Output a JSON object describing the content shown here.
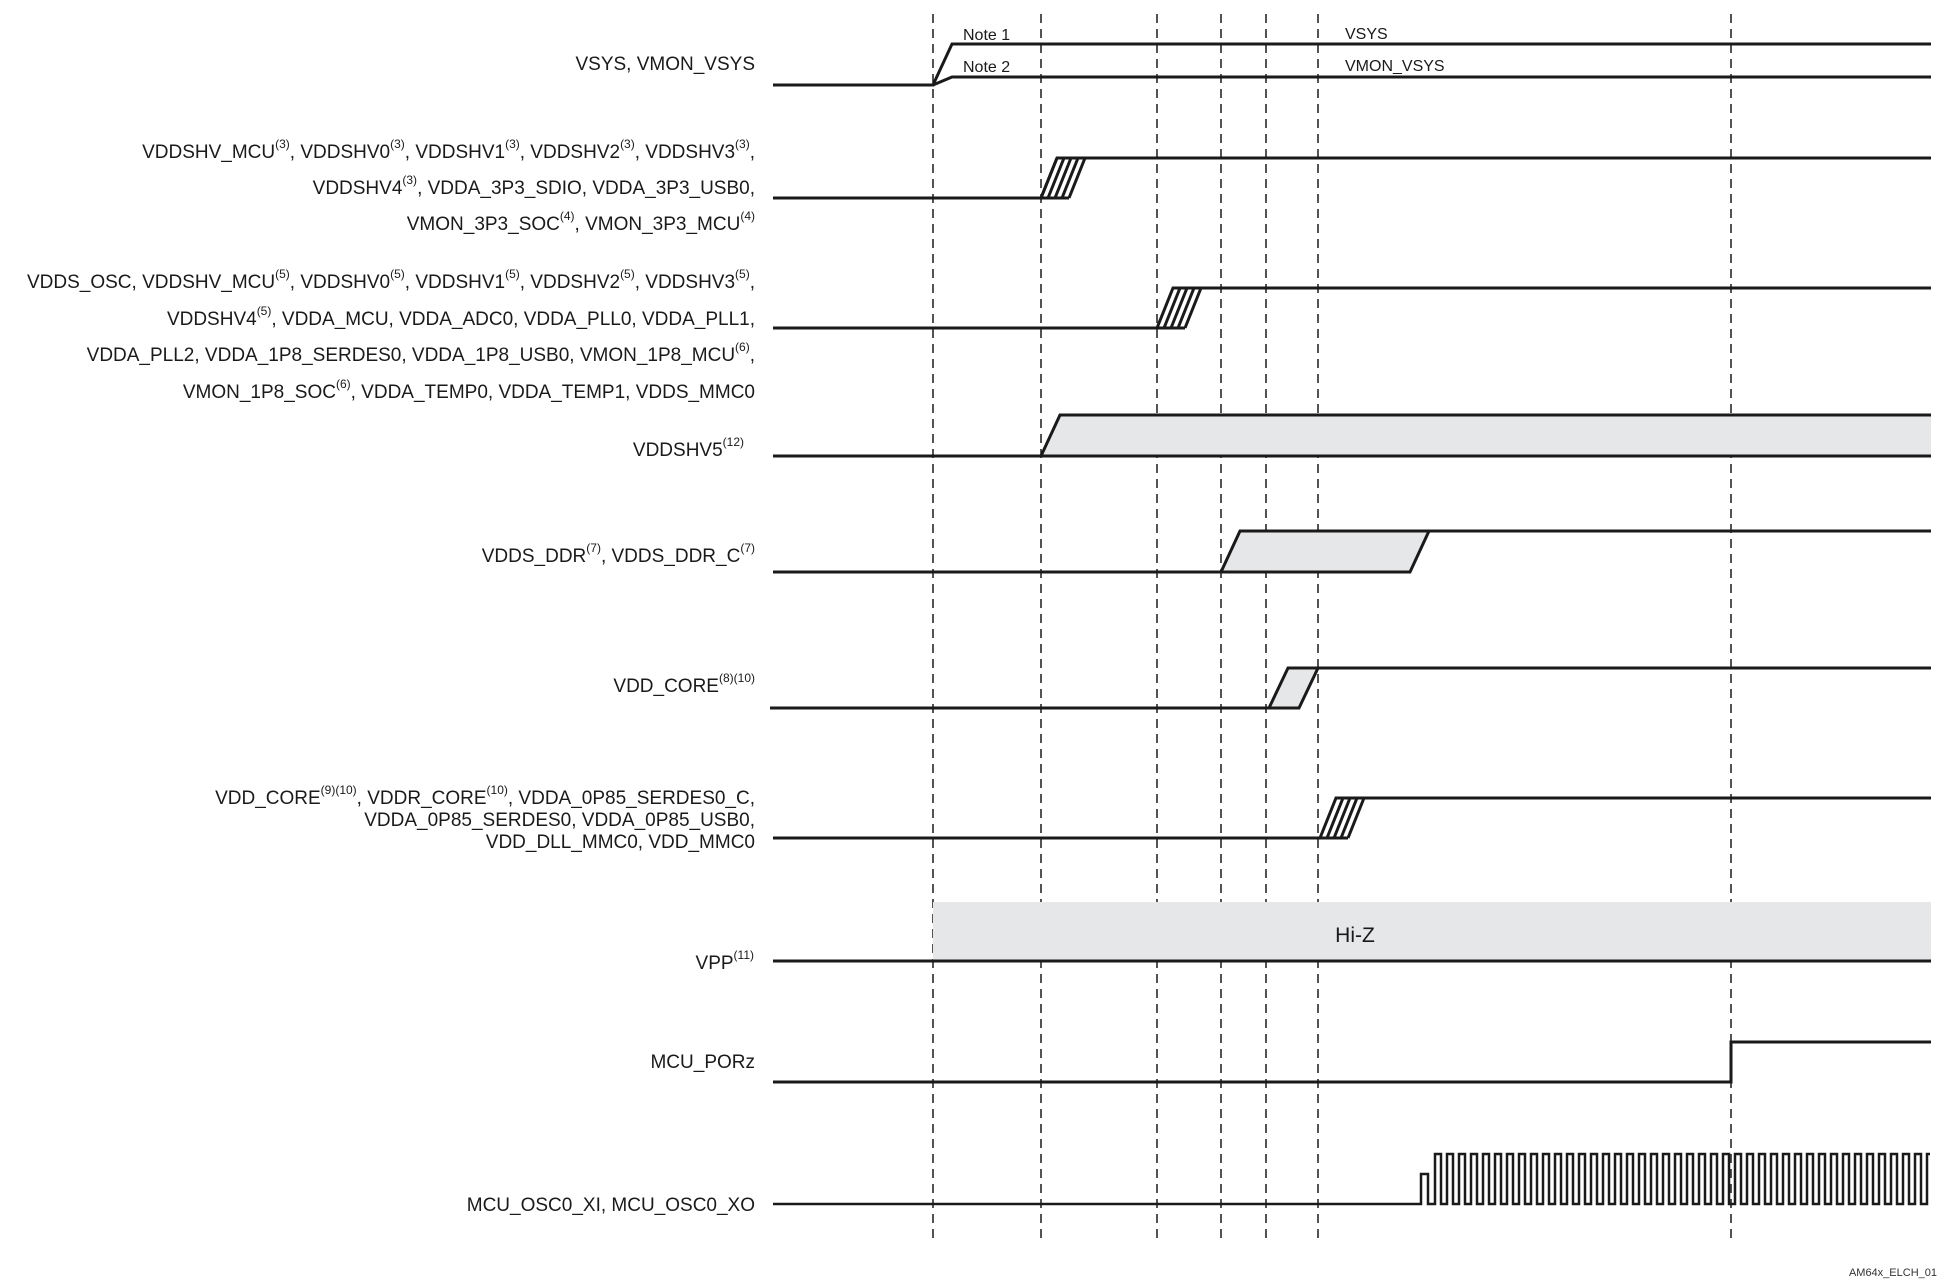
{
  "signals": [
    {
      "id": "vsys",
      "lines": [
        [
          {
            "t": "VSYS, VMON_VSYS"
          }
        ]
      ]
    },
    {
      "id": "group-3p3",
      "lines": [
        [
          {
            "t": "VDDSHV_MCU"
          },
          {
            "s": "(3)"
          },
          {
            "t": ", VDDSHV0"
          },
          {
            "s": "(3)"
          },
          {
            "t": ", VDDSHV1"
          },
          {
            "s": "(3)"
          },
          {
            "t": ", VDDSHV2"
          },
          {
            "s": "(3)"
          },
          {
            "t": ", VDDSHV3"
          },
          {
            "s": "(3)"
          },
          {
            "t": ","
          }
        ],
        [
          {
            "t": "VDDSHV4"
          },
          {
            "s": "(3)"
          },
          {
            "t": ", VDDA_3P3_SDIO, VDDA_3P3_USB0,"
          }
        ],
        [
          {
            "t": "VMON_3P3_SOC"
          },
          {
            "s": "(4)"
          },
          {
            "t": ", VMON_3P3_MCU"
          },
          {
            "s": "(4)"
          }
        ]
      ]
    },
    {
      "id": "group-1p8",
      "lines": [
        [
          {
            "t": "VDDS_OSC, VDDSHV_MCU"
          },
          {
            "s": "(5)"
          },
          {
            "t": ", VDDSHV0"
          },
          {
            "s": "(5)"
          },
          {
            "t": ", VDDSHV1"
          },
          {
            "s": "(5)"
          },
          {
            "t": ", VDDSHV2"
          },
          {
            "s": "(5)"
          },
          {
            "t": ", VDDSHV3"
          },
          {
            "s": "(5)"
          },
          {
            "t": ","
          }
        ],
        [
          {
            "t": "VDDSHV4"
          },
          {
            "s": "(5)"
          },
          {
            "t": ", VDDA_MCU, VDDA_ADC0, VDDA_PLL0, VDDA_PLL1,"
          }
        ],
        [
          {
            "t": "VDDA_PLL2, VDDA_1P8_SERDES0, VDDA_1P8_USB0, VMON_1P8_MCU"
          },
          {
            "s": "(6)"
          },
          {
            "t": ","
          }
        ],
        [
          {
            "t": "VMON_1P8_SOC"
          },
          {
            "s": "(6)"
          },
          {
            "t": ", VDDA_TEMP0, VDDA_TEMP1, VDDS_MMC0"
          }
        ]
      ]
    },
    {
      "id": "vddshv5",
      "lines": [
        [
          {
            "t": "VDDSHV5"
          },
          {
            "s": "(12)"
          }
        ]
      ]
    },
    {
      "id": "vdds-ddr",
      "lines": [
        [
          {
            "t": "VDDS_DDR"
          },
          {
            "s": "(7)"
          },
          {
            "t": ", VDDS_DDR_C"
          },
          {
            "s": "(7)"
          }
        ]
      ]
    },
    {
      "id": "vdd-core",
      "lines": [
        [
          {
            "t": "VDD_CORE"
          },
          {
            "s": "(8)(10)"
          }
        ]
      ]
    },
    {
      "id": "group-0p85",
      "lines": [
        [
          {
            "t": "VDD_CORE"
          },
          {
            "s": "(9)(10)"
          },
          {
            "t": ", VDDR_CORE"
          },
          {
            "s": "(10)"
          },
          {
            "t": ", VDDA_0P85_SERDES0_C,"
          }
        ],
        [
          {
            "t": "VDDA_0P85_SERDES0, VDDA_0P85_USB0,"
          }
        ],
        [
          {
            "t": "VDD_DLL_MMC0, VDD_MMC0"
          }
        ]
      ]
    },
    {
      "id": "vpp",
      "lines": [
        [
          {
            "t": "VPP"
          },
          {
            "s": "(11)"
          }
        ]
      ]
    },
    {
      "id": "mcu-porz",
      "lines": [
        [
          {
            "t": "MCU_PORz"
          }
        ]
      ]
    },
    {
      "id": "mcu-osc",
      "lines": [
        [
          {
            "t": "MCU_OSC0_XI, MCU_OSC0_XO"
          }
        ]
      ]
    }
  ],
  "wave_labels": {
    "note1": "Note 1",
    "note2": "Note 2",
    "vsys": "VSYS",
    "vmon_vsys": "VMON_VSYS",
    "hiz": "Hi-Z"
  },
  "figure_id": "AM64x_ELCH_01",
  "colors": {
    "line": "#1a1a1a",
    "fill": "#e6e7e8"
  }
}
